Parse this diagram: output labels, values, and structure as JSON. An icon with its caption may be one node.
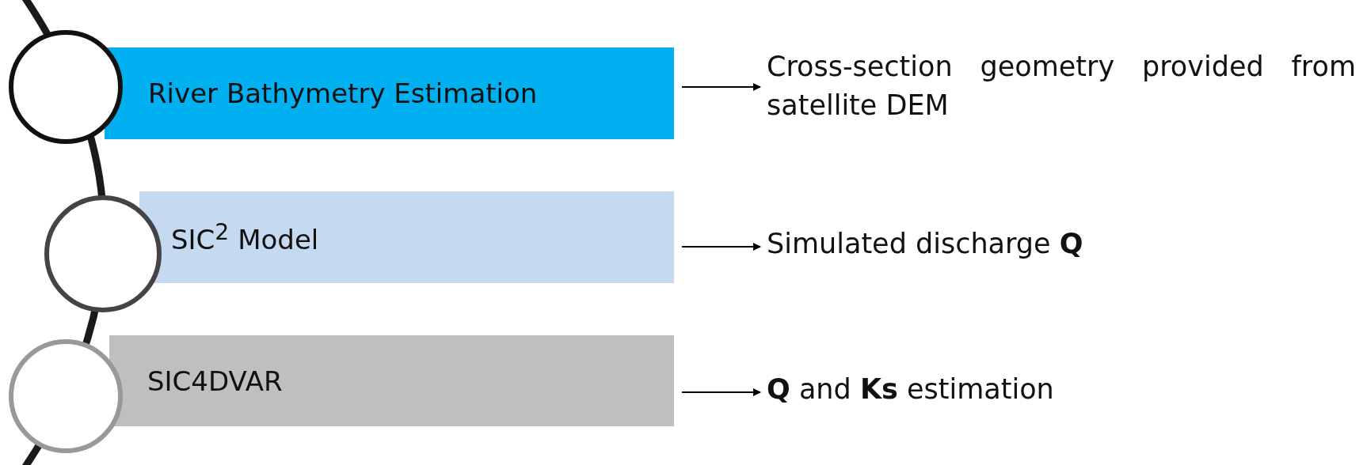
{
  "diagram": {
    "nodes": [
      {
        "text": [],
        "shape": "circle"
      },
      {
        "text": [
          "River Bathymetry Estimation"
        ]
      },
      {
        "text": [
          "Cross-section geometry provided from satellite DEM"
        ]
      },
      {
        "text": [],
        "shape": "circle"
      },
      {
        "text": [
          "SIC$^{2}$ Model"
        ]
      },
      {
        "text": [
          "Simulated discharge **Q**"
        ]
      },
      {
        "text": [],
        "shape": "circle"
      },
      {
        "text": [
          "SIC4DVAR"
        ]
      },
      {
        "text": [
          "**Q** and **Ks** estimation"
        ]
      }
    ],
    "edges": [
      {
        "from": 1,
        "to": 2,
        "arrow": "to"
      },
      {
        "from": 4,
        "to": 5,
        "arrow": "to"
      },
      {
        "from": 7,
        "to": 8,
        "arrow": "to"
      }
    ]
  }
}
